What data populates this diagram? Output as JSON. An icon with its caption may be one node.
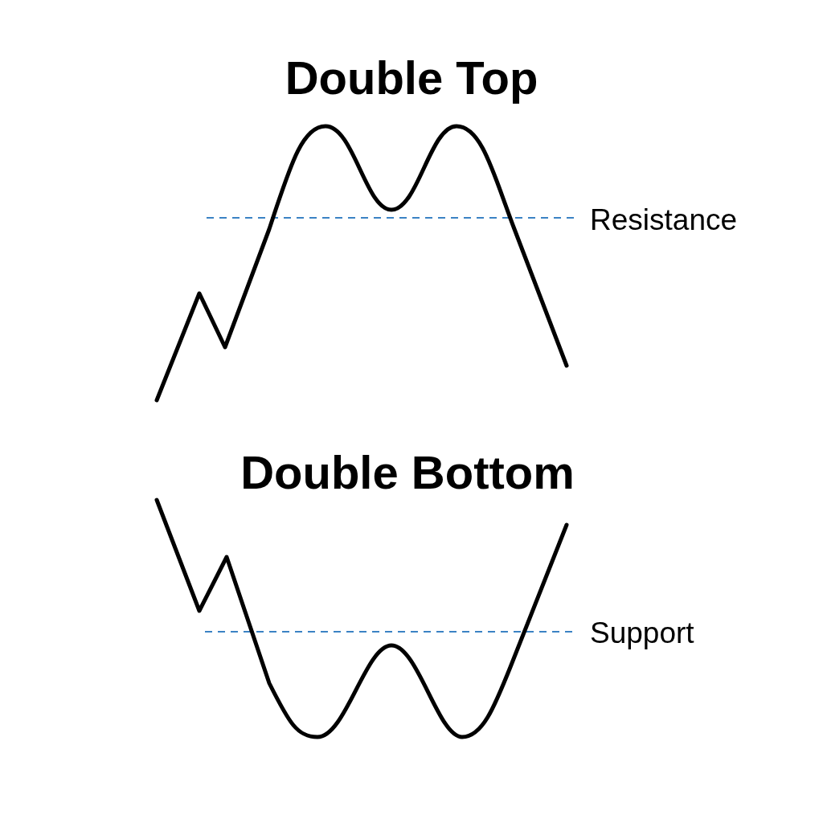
{
  "diagram": {
    "labels": [
      "Double Top",
      "Resistance",
      "Double Bottom",
      "Support"
    ]
  }
}
